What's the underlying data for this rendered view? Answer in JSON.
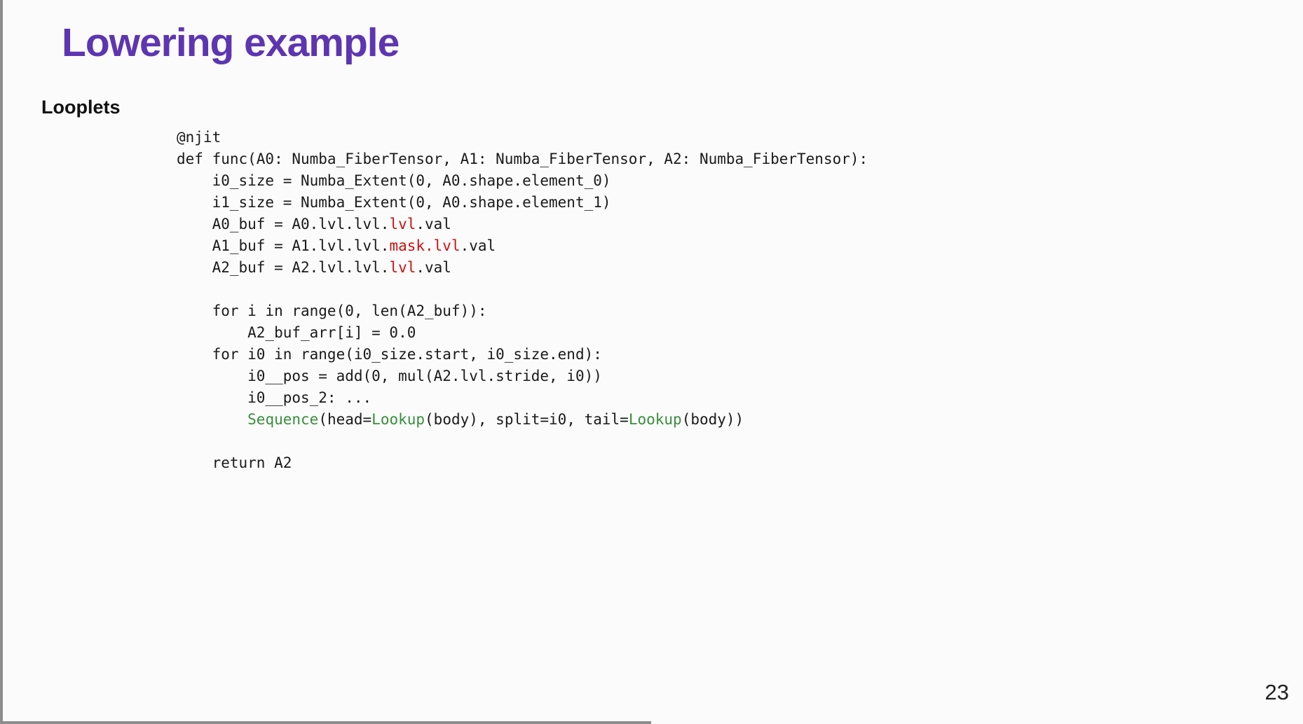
{
  "slide": {
    "title": "Lowering example",
    "subtitle": "Looplets",
    "page_number": "23"
  },
  "colors": {
    "background": "#fbfbfb",
    "title": "#5e35b1",
    "body_text": "#111111",
    "code_default": "#1a1a1a",
    "code_red": "#cc1111",
    "code_green": "#388e3c",
    "frame_gray": "#8d8d8d"
  },
  "code": {
    "lines": [
      [
        {
          "t": "@njit"
        }
      ],
      [
        {
          "t": "def func(A0: Numba_FiberTensor, A1: Numba_FiberTensor, A2: Numba_FiberTensor):"
        }
      ],
      [
        {
          "t": "    i0_size = Numba_Extent(0, A0.shape.element_0)"
        }
      ],
      [
        {
          "t": "    i1_size = Numba_Extent(0, A0.shape.element_1)"
        }
      ],
      [
        {
          "t": "    A0_buf = A0.lvl.lvl."
        },
        {
          "t": "lvl",
          "c": "red"
        },
        {
          "t": ".val"
        }
      ],
      [
        {
          "t": "    A1_buf = A1.lvl.lvl."
        },
        {
          "t": "mask.lvl",
          "c": "red"
        },
        {
          "t": ".val"
        }
      ],
      [
        {
          "t": "    A2_buf = A2.lvl.lvl."
        },
        {
          "t": "lvl",
          "c": "red"
        },
        {
          "t": ".val"
        }
      ],
      [],
      [
        {
          "t": "    for i in range(0, len(A2_buf)):"
        }
      ],
      [
        {
          "t": "        A2_buf_arr[i] = 0.0"
        }
      ],
      [
        {
          "t": "    for i0 in range(i0_size.start, i0_size.end):"
        }
      ],
      [
        {
          "t": "        i0__pos = add(0, mul(A2.lvl.stride, i0))"
        }
      ],
      [
        {
          "t": "        i0__pos_2: ..."
        }
      ],
      [
        {
          "t": "        "
        },
        {
          "t": "Sequence",
          "c": "green"
        },
        {
          "t": "(head="
        },
        {
          "t": "Lookup",
          "c": "green"
        },
        {
          "t": "(body), split=i0, tail="
        },
        {
          "t": "Lookup",
          "c": "green"
        },
        {
          "t": "(body))"
        }
      ],
      [],
      [
        {
          "t": "    return A2"
        }
      ]
    ]
  }
}
